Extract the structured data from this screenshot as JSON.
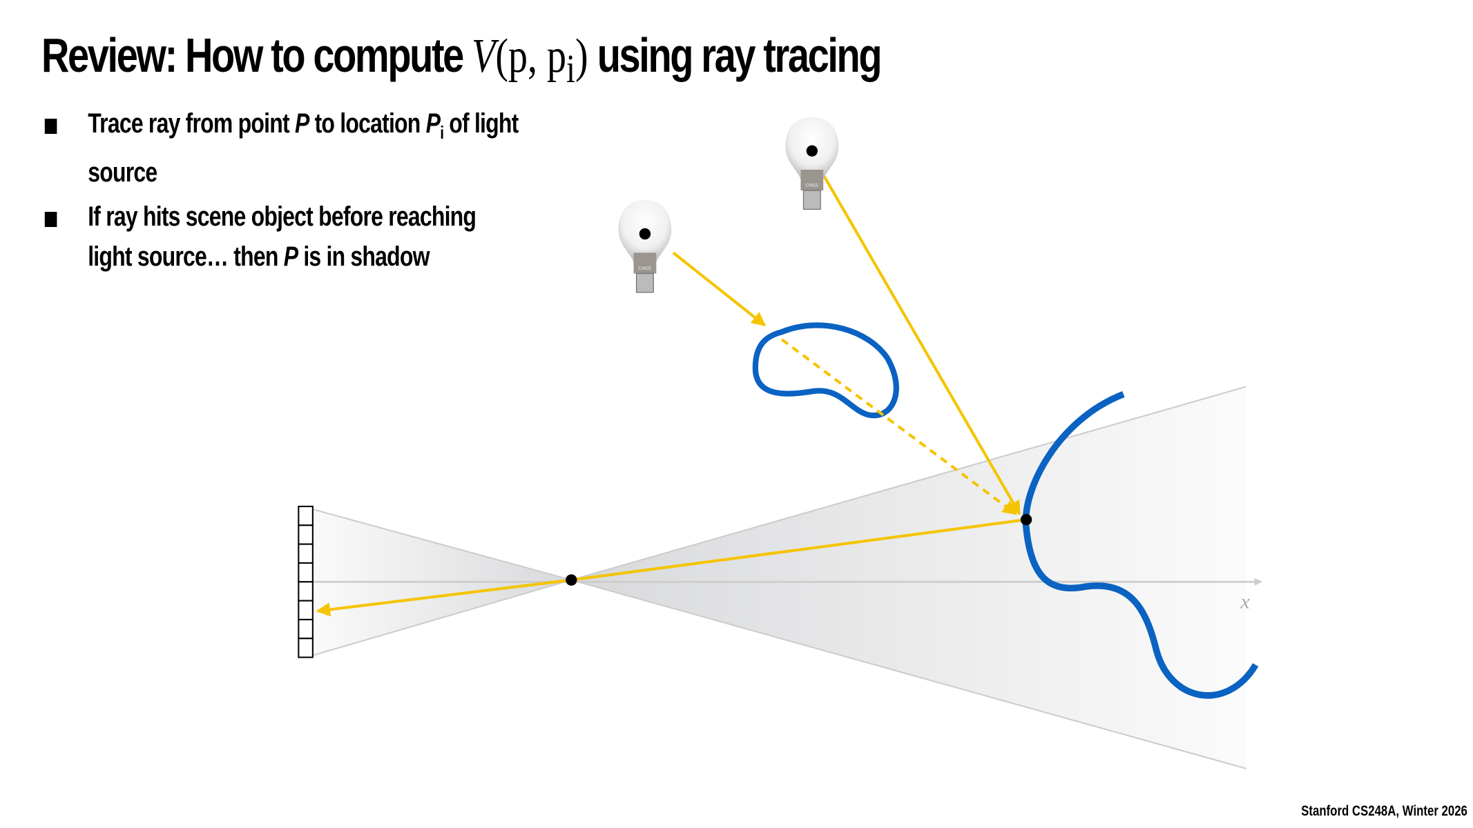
{
  "title": {
    "prefix": "Review: How to compute ",
    "math_fn": "V",
    "math_args_open": "(p, p",
    "math_sub": "i",
    "math_close": ")",
    "suffix": " using ray tracing"
  },
  "bullets": [
    {
      "parts": [
        "Trace ray from point ",
        "P",
        " to location ",
        "P",
        "i",
        " of light source"
      ]
    },
    {
      "parts": [
        "If ray hits scene object before reaching light source… then ",
        "P",
        " is in shadow"
      ]
    }
  ],
  "diagram": {
    "axis_label": "x",
    "bulb_brand": "CREE",
    "ray_color": "#f5c400",
    "object_color": "#0a62c2"
  },
  "footer": "Stanford CS248A, Winter 2026"
}
